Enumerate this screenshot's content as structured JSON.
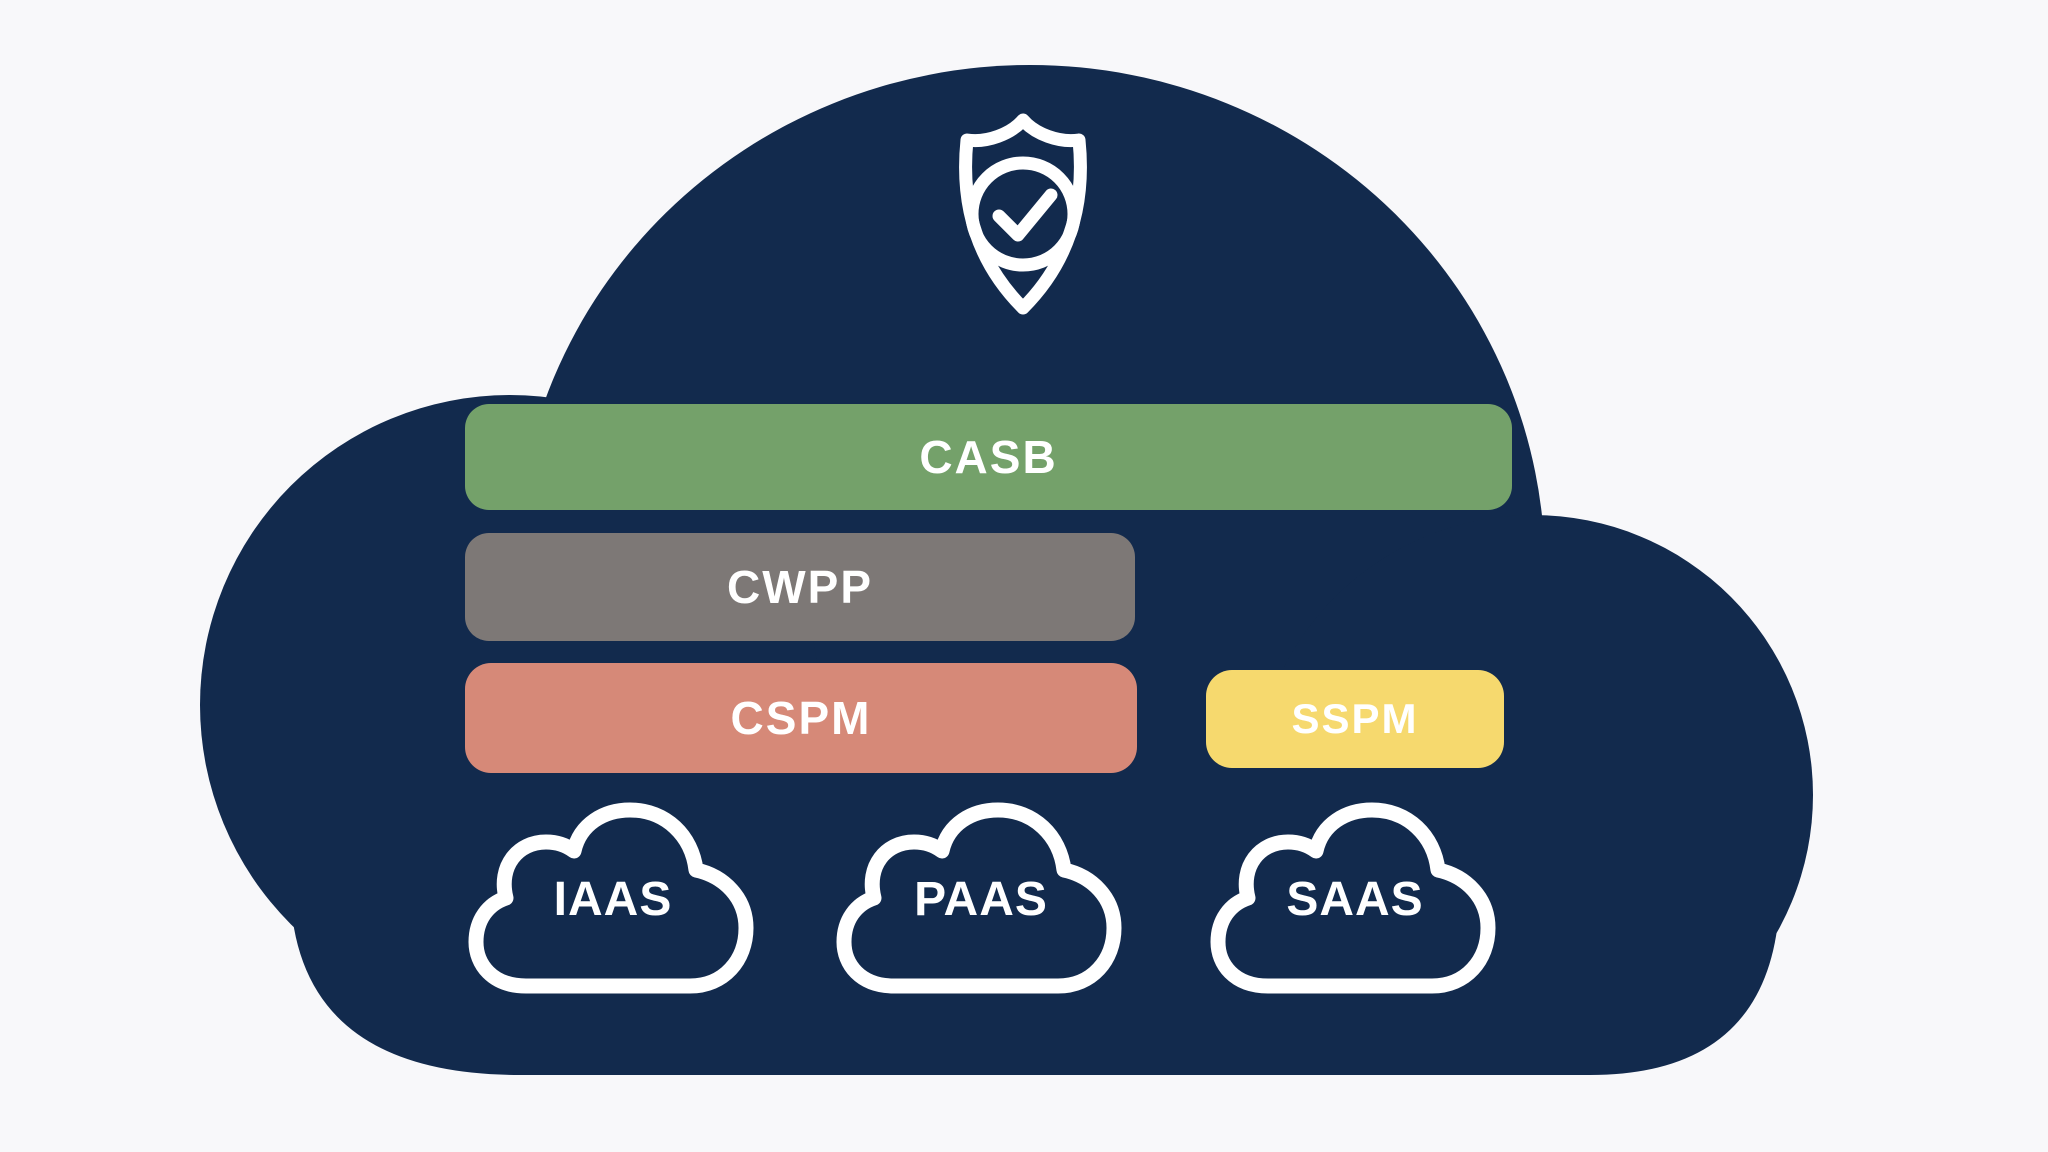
{
  "diagram": {
    "type": "cloud-security-architecture",
    "shield_icon": "shield-with-checkmark",
    "bars": [
      {
        "id": "casb",
        "label": "CASB",
        "color": "#74A16A"
      },
      {
        "id": "cwpp",
        "label": "CWPP",
        "color": "#7D7876"
      },
      {
        "id": "cspm",
        "label": "CSPM",
        "color": "#D68978"
      },
      {
        "id": "sspm",
        "label": "SSPM",
        "color": "#F6D96E"
      }
    ],
    "service_clouds": [
      {
        "id": "iaas",
        "label": "IAAS"
      },
      {
        "id": "paas",
        "label": "PAAS"
      },
      {
        "id": "saas",
        "label": "SAAS"
      }
    ],
    "colors": {
      "background": "#F8F8FA",
      "cloud_navy": "#122A4D",
      "icon_white": "#FFFFFF"
    }
  }
}
